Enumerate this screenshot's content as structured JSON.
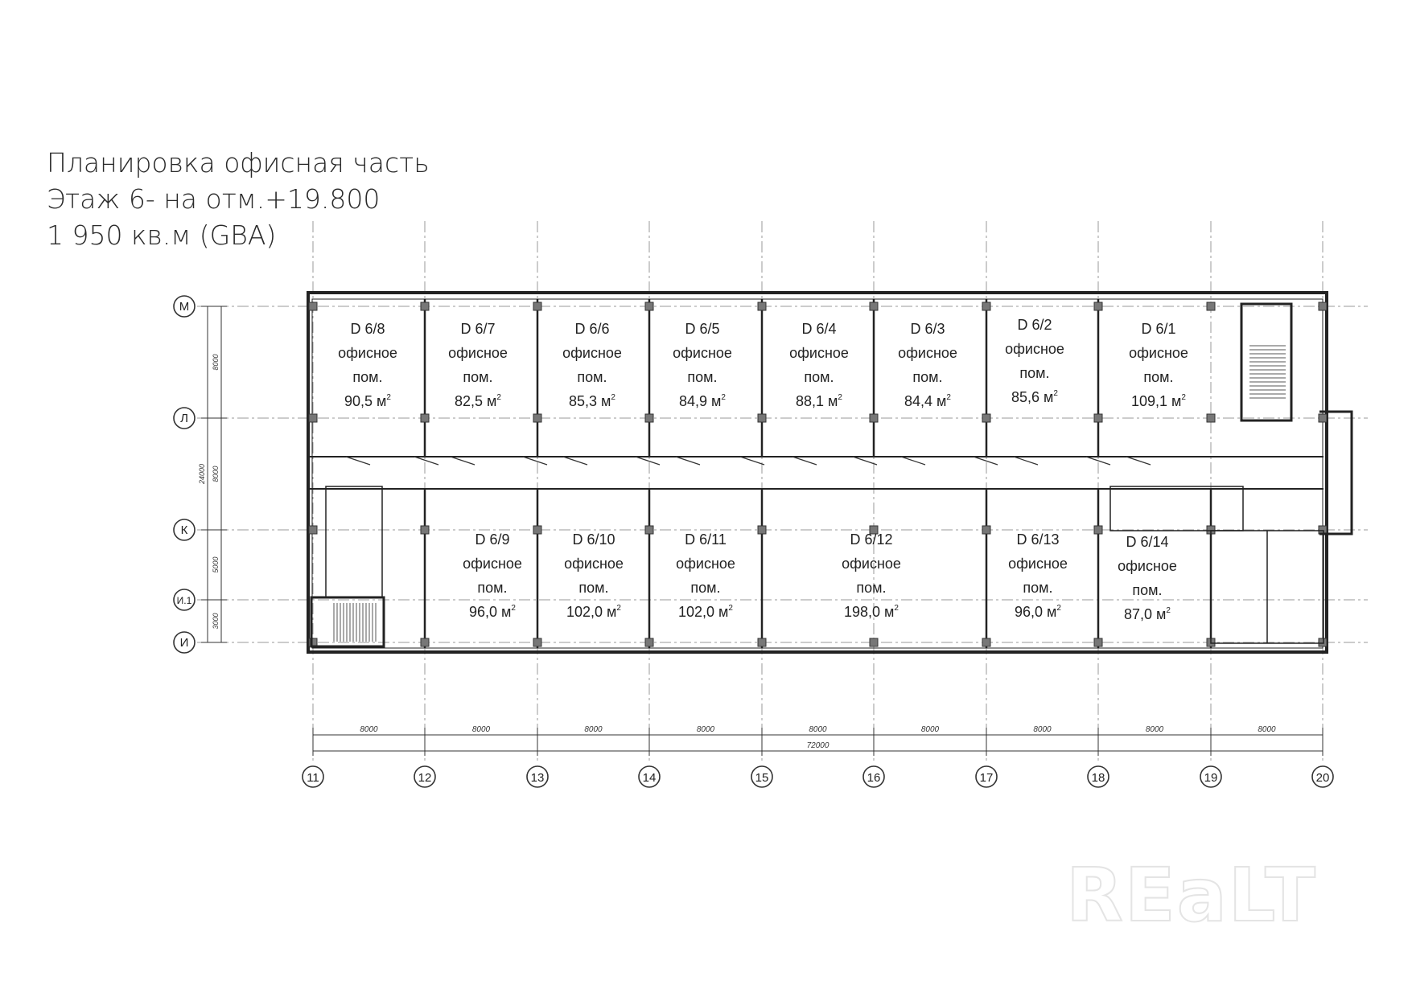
{
  "title": {
    "line1": "Планировка офисная часть",
    "line2": "Этаж 6- на отм.+19.800",
    "line3": "1 950 кв.м (GBA)"
  },
  "grid_axes": {
    "columns": [
      "11",
      "12",
      "13",
      "14",
      "15",
      "16",
      "17",
      "18",
      "19",
      "20"
    ],
    "rows": [
      "М",
      "Л",
      "К",
      "И.1",
      "И"
    ]
  },
  "dimensions": {
    "column_spans": [
      "8000",
      "8000",
      "8000",
      "8000",
      "8000",
      "8000",
      "8000",
      "8000",
      "8000"
    ],
    "total_width": "72000",
    "row_spans": [
      "8000",
      "8000",
      "5000",
      "3000"
    ],
    "total_depth": "24000"
  },
  "rooms": [
    {
      "id": "D 6/8",
      "use": "офисное",
      "abbr": "пом.",
      "area": "90,5 м"
    },
    {
      "id": "D 6/7",
      "use": "офисное",
      "abbr": "пом.",
      "area": "82,5 м"
    },
    {
      "id": "D 6/6",
      "use": "офисное",
      "abbr": "пом.",
      "area": "85,3 м"
    },
    {
      "id": "D 6/5",
      "use": "офисное",
      "abbr": "пом.",
      "area": "84,9 м"
    },
    {
      "id": "D 6/4",
      "use": "офисное",
      "abbr": "пом.",
      "area": "88,1 м"
    },
    {
      "id": "D 6/3",
      "use": "офисное",
      "abbr": "пом.",
      "area": "84,4 м"
    },
    {
      "id": "D 6/2",
      "use": "офисное",
      "abbr": "пом.",
      "area": "85,6 м"
    },
    {
      "id": "D 6/1",
      "use": "офисное",
      "abbr": "пом.",
      "area": "109,1 м"
    },
    {
      "id": "D 6/9",
      "use": "офисное",
      "abbr": "пом.",
      "area": "96,0 м"
    },
    {
      "id": "D 6/10",
      "use": "офисное",
      "abbr": "пом.",
      "area": "102,0 м"
    },
    {
      "id": "D 6/11",
      "use": "офисное",
      "abbr": "пом.",
      "area": "102,0 м"
    },
    {
      "id": "D 6/12",
      "use": "офисное",
      "abbr": "пом.",
      "area": "198,0 м"
    },
    {
      "id": "D 6/13",
      "use": "офисное",
      "abbr": "пом.",
      "area": "96,0 м"
    },
    {
      "id": "D 6/14",
      "use": "офисное",
      "abbr": "пом.",
      "area": "87,0 м"
    }
  ],
  "area_unit_superscript": "2",
  "watermark": "REaLT",
  "colors": {
    "wall": "#222222",
    "axis": "#9a9a9a",
    "column": "#777777"
  }
}
